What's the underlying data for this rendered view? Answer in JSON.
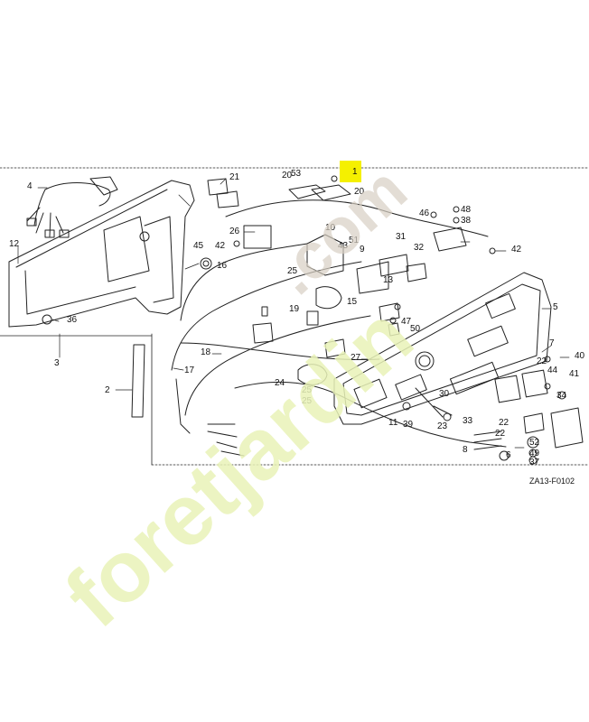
{
  "diagram": {
    "code": "ZA13-F0102",
    "highlight_color": "#f5f000",
    "highlight_label": "1",
    "part_labels": [
      "1",
      "2",
      "3",
      "4",
      "5",
      "6",
      "7",
      "8",
      "9",
      "10",
      "11",
      "12",
      "13",
      "15",
      "16",
      "17",
      "18",
      "19",
      "20",
      "21",
      "22",
      "23",
      "24",
      "25",
      "26",
      "27",
      "30",
      "31",
      "32",
      "33",
      "34",
      "36",
      "37",
      "38",
      "39",
      "40",
      "41",
      "42",
      "43",
      "44",
      "45",
      "46",
      "47",
      "48",
      "49",
      "50",
      "51",
      "52",
      "53"
    ]
  },
  "watermark": {
    "text": "foretjardin.com",
    "colors": [
      "#e9f3b8",
      "#f7d3a8",
      "#d8d0c4"
    ]
  }
}
